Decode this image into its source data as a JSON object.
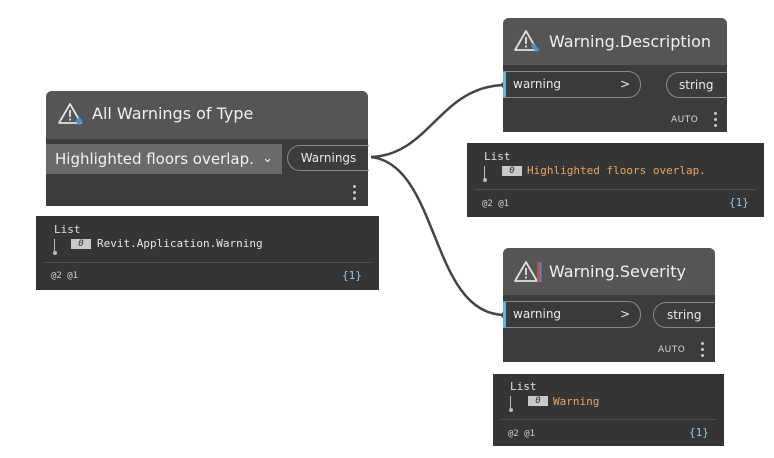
{
  "colors": {
    "node_body": "#3c3c3c",
    "node_header": "#555555",
    "wire": "#444444",
    "port_accent": "#5ab4e6",
    "string_value": "#e8a55f"
  },
  "nodes": {
    "all_warnings": {
      "title": "All Warnings of Type",
      "dropdown_value": "Highlighted floors overlap.",
      "output_port": "Warnings",
      "icon": "warning-triangle-icon"
    },
    "description": {
      "title": "Warning.Description",
      "input_port": "warning",
      "input_arrow": ">",
      "output_port": "string",
      "lacing": "AUTO",
      "icon": "warning-triangle-icon"
    },
    "severity": {
      "title": "Warning.Severity",
      "input_port": "warning",
      "input_arrow": ">",
      "output_port": "string",
      "lacing": "AUTO",
      "icon": "warning-triangle-icon"
    }
  },
  "previews": {
    "all_warnings": {
      "header": "List",
      "index": "0",
      "value": "Revit.Application.Warning",
      "levels": "@2 @1",
      "count": "{1}"
    },
    "description": {
      "header": "List",
      "index": "0",
      "value": "Highlighted floors overlap.",
      "levels": "@2 @1",
      "count": "{1}"
    },
    "severity": {
      "header": "List",
      "index": "0",
      "value": "Warning",
      "levels": "@2 @1",
      "count": "{1}"
    }
  }
}
